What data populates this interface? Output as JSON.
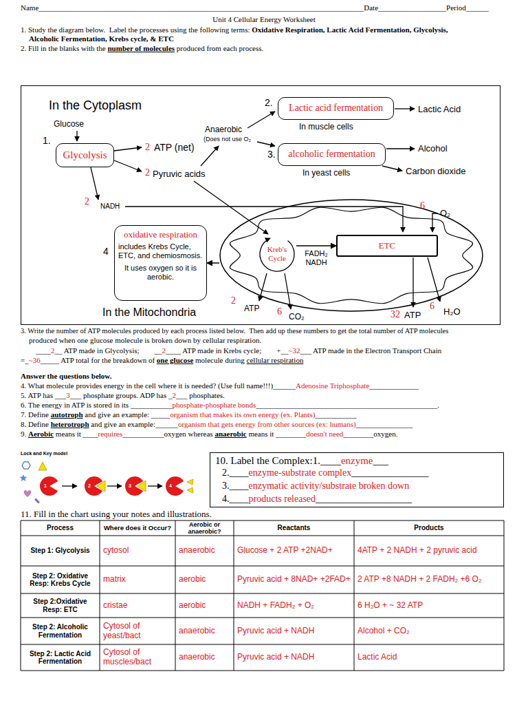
{
  "diagram": {
    "title": "Unit 4 Cellular Energy Worksheet",
    "nodes": [
      {
        "text": [
          "In the Cytoplasm"
        ]
      },
      {
        "text": [
          "Glycolysis"
        ],
        "in": 0
      },
      {
        "text": [
          "Lactic acid fermentation"
        ],
        "in": 0
      },
      {
        "text": [
          "alcoholic fermentation"
        ],
        "in": 0
      },
      {
        "text": [
          "oxidative respiration",
          "includes Krebs Cycle, ETC, and chemiosmosis.",
          "It uses oxygen so it is aerobic."
        ],
        "in": 0
      },
      {
        "text": [
          "In the Mitochondria"
        ],
        "in": 0
      },
      {
        "text": [
          "Kreb's Cycle"
        ],
        "in": 5
      },
      {
        "text": [
          "ETC"
        ],
        "in": 5
      },
      {
        "text": [
          "10. Label the Complex:1.____",
          "enzyme",
          "___",
          "2.____",
          "enzyme-substrate complex",
          "________________",
          "3.____",
          "enzymatic activity/substrate broken down",
          "4.____",
          "products released",
          "____________________"
        ]
      }
    ],
    "edges": [
      {
        "from": 6,
        "to": 7,
        "arrow": "to",
        "label": "FADH₂ NADH"
      },
      {
        "from": 5,
        "to": 4,
        "arrow": "to"
      }
    ],
    "labels": [
      "Name______________________________________________________________________________________Date__________________Period______",
      "1. Study the diagram below.  Label the processes using the following terms: ",
      "Oxidative Respiration, Lactic Acid Fermentation, Glycolysis,",
      "Alcoholic Fermentation, Krebs cycle, & ETC",
      "2. Fill in the blanks with the ",
      "number of molecules",
      " produced from each process.",
      "Glucose",
      "1.",
      "2",
      "ATP (net)",
      "2",
      "Pyruvic acids",
      "Anaerobic",
      "(Does not use O₂",
      "2.",
      "Lactic Acid",
      "In muscle cells",
      "3.",
      "Alcohol",
      "Carbon dioxide",
      "In yeast cells",
      "2",
      "NADH",
      "6",
      "O₂",
      "4",
      "2",
      "ATP",
      "6",
      "CO₂",
      "32",
      "ATP",
      "6",
      "H₂O",
      "3. Write the number of ATP molecules produced by each process listed below.  Then add up these numbers to get the total number of ATP molecules",
      "produced when one glucose molecule is broken down by cellular respiration.",
      "____",
      "2",
      "__ ATP made in Glycolysis;        __",
      "2",
      "____ ATP made in Krebs cycle;        +__",
      "~32",
      "___ ATP made in the Electron Transport Chain",
      "=_",
      "~36",
      "_____ ATP total for the breakdown of ",
      "one glucose",
      " molecule during ",
      "cellular respiration",
      "Answer the questions below.",
      "4. What molecule provides energy in the cell where it is needed? (Use full name!!!)______",
      "Adenosine Triphosphate",
      "_____________",
      "5. ATP has ___",
      "3",
      "___ phosphate groups. ADP has _",
      "2",
      "___ phosphates.",
      "6. The energy in ATP is stored in its ___________",
      "phosphate-phosphate bonds",
      "________________________________________________.",
      "7. Define ",
      "autotroph",
      " and give an example: _____",
      "organism that makes its own energy (ex. Plants)",
      "___________",
      "8. Define ",
      "heterotroph",
      " and give an example:______",
      "organism that gets energy from other sources (ex: humans)",
      "_______________",
      "9. ",
      "Aerobic",
      " means it ____",
      "requires",
      "___________oxygen whereas ",
      "anaerobic",
      " means it ________",
      "doesn't need",
      "________oxygen.",
      "Lock and Key model",
      "1",
      "2",
      "3",
      "4",
      "11. Fill in the chart using your notes and illustrations.",
      "Process",
      "Where does it Occur?",
      "Aerobic or anaerobic?",
      "Reactants",
      "Products",
      "Step 1: Glycolysis",
      "cytosol",
      "anaerobic",
      "Glucose + 2 ATP +2NAD+",
      "4ATP + 2 NADH + 2 pyruvic acid",
      "Step 2: Oxidative Resp: Krebs Cycle",
      "matrix",
      "aerobic",
      "Pyruvic acid + 8NAD+ +2FAD+",
      "2 ATP +8 NADH + 2 FADH₂ +6 O₂",
      "Step 2:Oxidative Resp: ETC",
      "cristae",
      "aerobic",
      "NADH + FADH₂ + O₂",
      "6 H₂O + ~ 32 ATP",
      "Step 2: Alcoholic Fermentation",
      "Cytosol of yeast/bact",
      "anaerobic",
      "Pyruvic acid + NADH",
      "Alcohol + CO₂",
      "Step 2: Lactic Acid Fermentation",
      "Cytosol of muscles/bact",
      "anaerobic",
      "Pyruvic acid + NADH",
      "Lactic Acid"
    ]
  }
}
